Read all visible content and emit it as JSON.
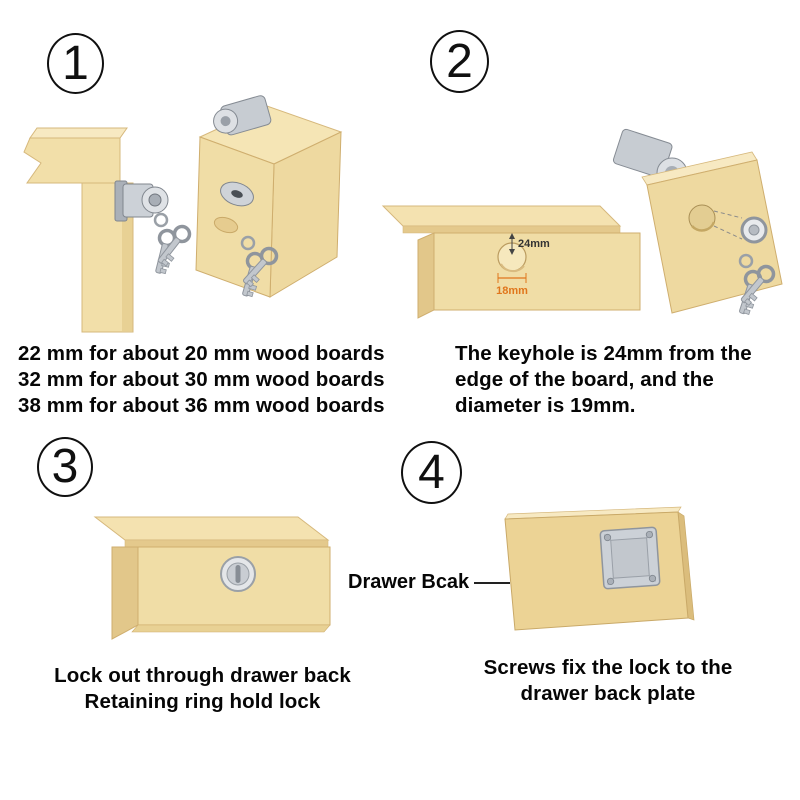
{
  "colors": {
    "background": "#ffffff",
    "wood_face": "#f2dfa9",
    "wood_top": "#f7e9c2",
    "wood_side": "#e2c78a",
    "wood_outline": "#d6b87c",
    "metal_light": "#dde0e4",
    "metal_mid": "#c7ccd2",
    "metal_dark": "#878d95",
    "dimension_dark": "#333333",
    "dimension_orange": "#e0761c",
    "text": "#000000"
  },
  "steps": {
    "step1": {
      "number": "1",
      "caption": [
        "22 mm for about 20 mm wood boards",
        "32 mm for about 30 mm wood boards",
        "38 mm for about 36 mm wood boards"
      ]
    },
    "step2": {
      "number": "2",
      "dimensions": {
        "from_edge": "24mm",
        "hole_width": "18mm"
      },
      "caption": [
        "The keyhole is 24mm from the",
        "edge of the board, and the",
        "diameter is 19mm."
      ]
    },
    "step3": {
      "number": "3",
      "caption": [
        "Lock out through drawer back",
        "Retaining ring hold lock"
      ]
    },
    "step4": {
      "number": "4",
      "pointer_label": "Drawer Bcak",
      "caption": [
        "Screws fix the lock to the",
        "drawer back plate"
      ]
    }
  }
}
